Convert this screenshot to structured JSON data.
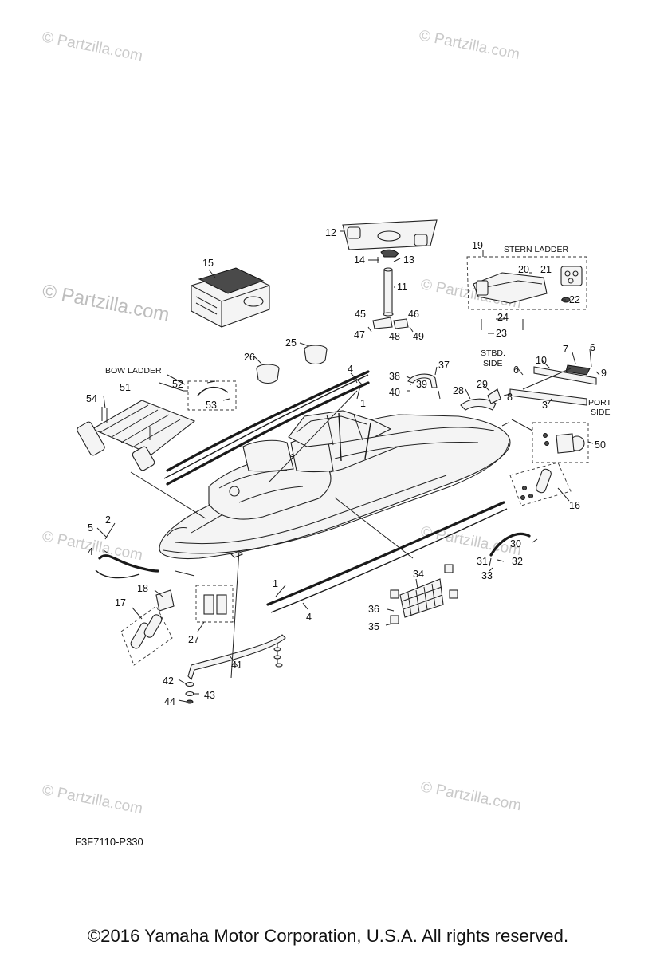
{
  "watermark": {
    "text": "© Partzilla.com"
  },
  "figure_code": "F3F7110-P330",
  "copyright": "©2016  Yamaha Motor Corporation, U.S.A. All rights reserved.",
  "labels": {
    "stern_ladder": "STERN LADDER",
    "bow_ladder": "BOW LADDER",
    "stbd_side_line1": "STBD.",
    "stbd_side_line2": "SIDE",
    "port_side_line1": "PORT",
    "port_side_line2": "SIDE"
  },
  "callouts": [
    {
      "id": "c1a",
      "text": "1"
    },
    {
      "id": "c1b",
      "text": "1"
    },
    {
      "id": "c2",
      "text": "2"
    },
    {
      "id": "c3",
      "text": "3"
    },
    {
      "id": "c4a",
      "text": "4"
    },
    {
      "id": "c4b",
      "text": "4"
    },
    {
      "id": "c4c",
      "text": "4"
    },
    {
      "id": "c5",
      "text": "5"
    },
    {
      "id": "c6a",
      "text": "6"
    },
    {
      "id": "c6b",
      "text": "6"
    },
    {
      "id": "c7",
      "text": "7"
    },
    {
      "id": "c8",
      "text": "8"
    },
    {
      "id": "c9",
      "text": "9"
    },
    {
      "id": "c10",
      "text": "10"
    },
    {
      "id": "c11",
      "text": "11"
    },
    {
      "id": "c12",
      "text": "12"
    },
    {
      "id": "c13",
      "text": "13"
    },
    {
      "id": "c14",
      "text": "14"
    },
    {
      "id": "c15",
      "text": "15"
    },
    {
      "id": "c16",
      "text": "16"
    },
    {
      "id": "c17",
      "text": "17"
    },
    {
      "id": "c18",
      "text": "18"
    },
    {
      "id": "c19",
      "text": "19"
    },
    {
      "id": "c20",
      "text": "20"
    },
    {
      "id": "c21",
      "text": "21"
    },
    {
      "id": "c22",
      "text": "22"
    },
    {
      "id": "c23",
      "text": "23"
    },
    {
      "id": "c24",
      "text": "24"
    },
    {
      "id": "c25",
      "text": "25"
    },
    {
      "id": "c26",
      "text": "26"
    },
    {
      "id": "c27",
      "text": "27"
    },
    {
      "id": "c28",
      "text": "28"
    },
    {
      "id": "c29",
      "text": "29"
    },
    {
      "id": "c30",
      "text": "30"
    },
    {
      "id": "c31",
      "text": "31"
    },
    {
      "id": "c32",
      "text": "32"
    },
    {
      "id": "c33",
      "text": "33"
    },
    {
      "id": "c34",
      "text": "34"
    },
    {
      "id": "c35",
      "text": "35"
    },
    {
      "id": "c36",
      "text": "36"
    },
    {
      "id": "c37",
      "text": "37"
    },
    {
      "id": "c38",
      "text": "38"
    },
    {
      "id": "c39",
      "text": "39"
    },
    {
      "id": "c40",
      "text": "40"
    },
    {
      "id": "c41",
      "text": "41"
    },
    {
      "id": "c42",
      "text": "42"
    },
    {
      "id": "c43",
      "text": "43"
    },
    {
      "id": "c44",
      "text": "44"
    },
    {
      "id": "c45",
      "text": "45"
    },
    {
      "id": "c46",
      "text": "46"
    },
    {
      "id": "c47",
      "text": "47"
    },
    {
      "id": "c48",
      "text": "48"
    },
    {
      "id": "c49",
      "text": "49"
    },
    {
      "id": "c50",
      "text": "50"
    },
    {
      "id": "c51",
      "text": "51"
    },
    {
      "id": "c52",
      "text": "52"
    },
    {
      "id": "c53",
      "text": "53"
    },
    {
      "id": "c54",
      "text": "54"
    }
  ]
}
